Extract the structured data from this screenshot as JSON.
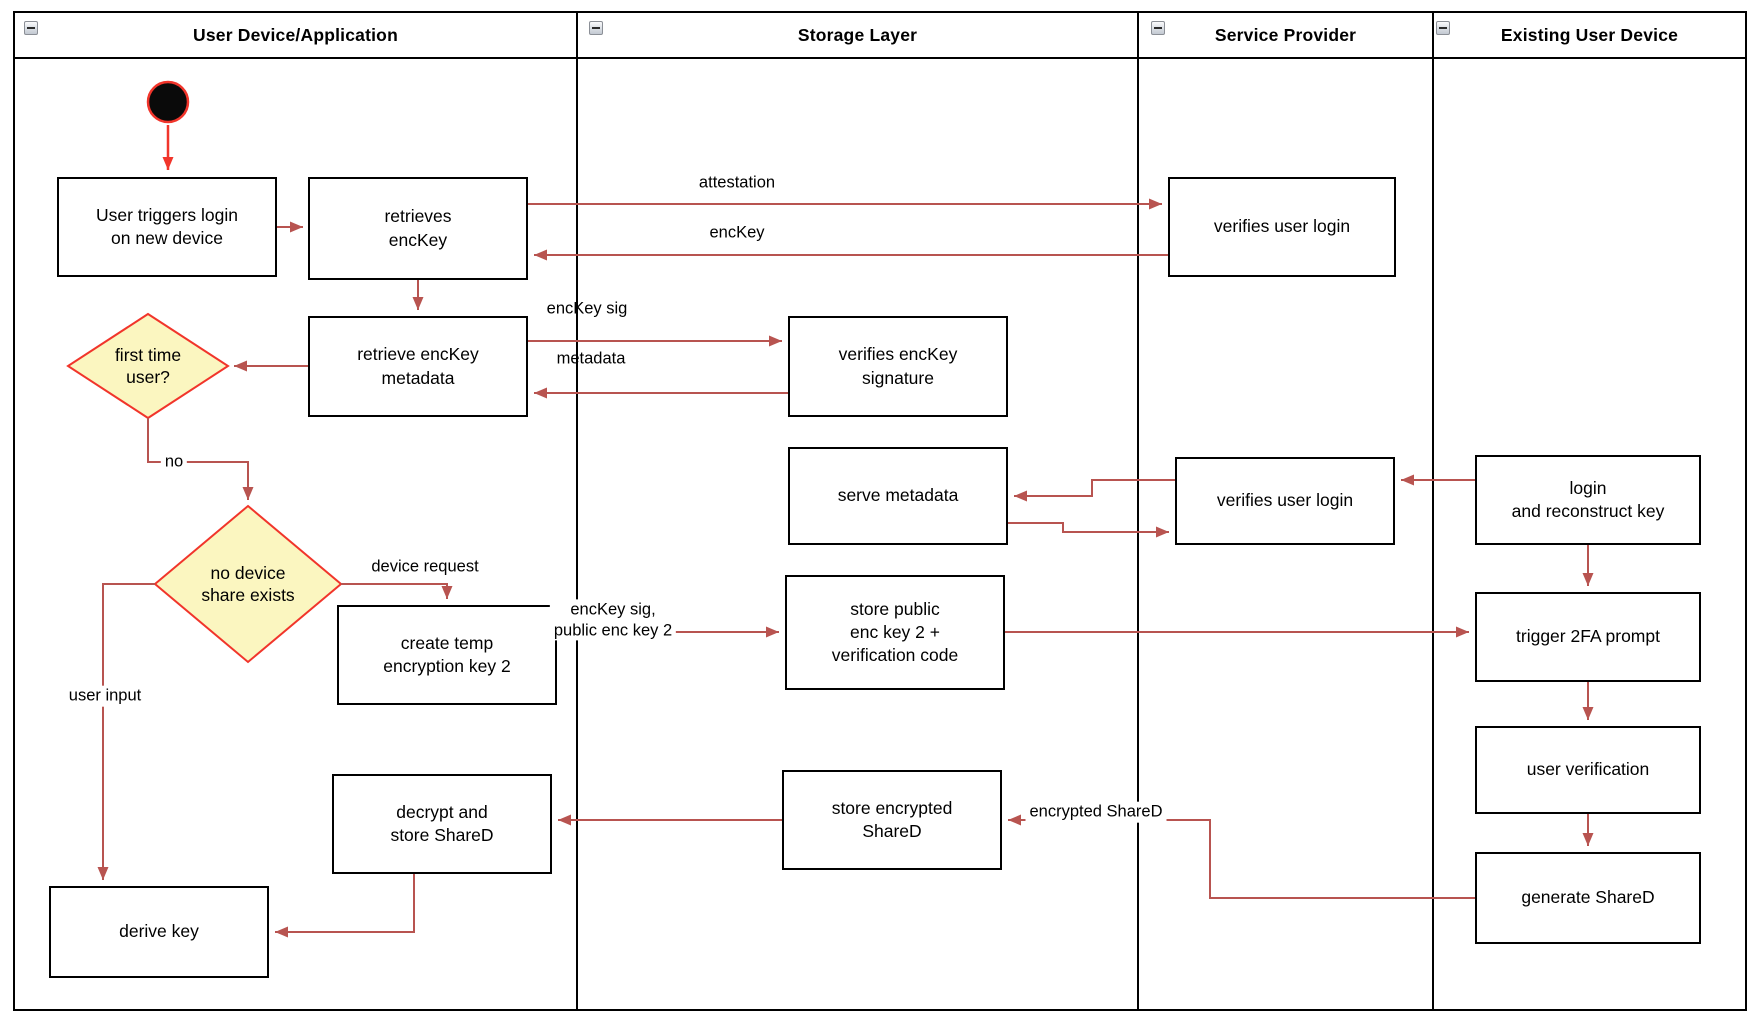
{
  "diagram_type": "uml-activity-swimlane",
  "colors": {
    "flow_arrow": "#B85450",
    "accent_red": "#F1352B",
    "diamond_fill": "#FBF6C0",
    "node_border": "#000000",
    "lane_border": "#000000",
    "background": "#FFFFFF"
  },
  "lanes": [
    {
      "title": "User Device/Application"
    },
    {
      "title": "Storage Layer"
    },
    {
      "title": "Service Provider"
    },
    {
      "title": "Existing User Device"
    }
  ],
  "nodes": {
    "start": {
      "type": "initial-node"
    },
    "trigger_login": {
      "label": "User triggers login\non new device"
    },
    "retrieves_enckey": {
      "label": "retrieves\nencKey"
    },
    "retrieve_metadata": {
      "label": "retrieve encKey\nmetadata"
    },
    "verifies_login_1": {
      "label": "verifies user login"
    },
    "verifies_sig": {
      "label": "verifies encKey\nsignature"
    },
    "serve_metadata": {
      "label": "serve metadata"
    },
    "verifies_login_2": {
      "label": "verifies user login"
    },
    "login_reconstruct": {
      "label": "login\nand reconstruct key"
    },
    "create_temp": {
      "label": "create temp\nencryption key 2"
    },
    "store_public": {
      "label": "store public\nenc key 2 +\nverification code"
    },
    "trigger_2fa": {
      "label": "trigger 2FA prompt"
    },
    "user_verification": {
      "label": "user verification"
    },
    "decrypt_store": {
      "label": "decrypt and\nstore ShareD"
    },
    "store_encrypted": {
      "label": "store encrypted\nShareD"
    },
    "generate_shared": {
      "label": "generate ShareD"
    },
    "derive_key": {
      "label": "derive key"
    }
  },
  "decisions": {
    "first_time": {
      "label": "first time\nuser?"
    },
    "no_device_share": {
      "label": "no device\nshare exists"
    }
  },
  "edge_labels": {
    "attestation": "attestation",
    "enckey": "encKey",
    "enckey_sig": "encKey sig",
    "metadata": "metadata",
    "no": "no",
    "device_request": "device request",
    "user_input": "user input",
    "enckey_sig_public": "encKey sig,\npublic enc key 2",
    "encrypted_shared": "encrypted ShareD"
  }
}
